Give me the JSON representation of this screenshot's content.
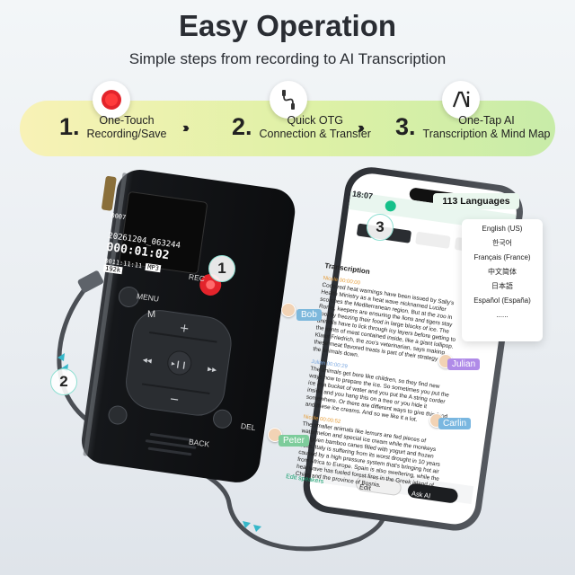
{
  "header": {
    "title": "Easy Operation",
    "subtitle": "Simple steps from recording to AI Transcription"
  },
  "steps": [
    {
      "num": "1.",
      "line1": "One-Touch",
      "line2": "Recording/Save",
      "icon": "record-icon"
    },
    {
      "num": "2.",
      "line1": "Quick OTG",
      "line2": "Connection & Transfer",
      "icon": "cable-icon"
    },
    {
      "num": "3.",
      "line1": "One-Tap AI",
      "line2": "Transcription & Mind Map",
      "icon": "ai-icon"
    }
  ],
  "arrows": "›››",
  "badges": {
    "one": "1",
    "two": "2",
    "three": "3"
  },
  "recorder": {
    "file_index": "0007",
    "filename": "20261204_063244",
    "timer": "000:01:02",
    "elapsed": "0011:11:11",
    "format": "MP3",
    "bitrate": "192k",
    "rec_label": "REC",
    "menu_label": "MENU",
    "menu_key": "M",
    "back_label": "BACK",
    "del_label": "DEL"
  },
  "phone": {
    "time": "18:07",
    "languages_title": "113 Languages",
    "languages": [
      "English (US)",
      "한국어",
      "Français (France)",
      "中文简体",
      "日本語",
      "Español (España)",
      "......"
    ],
    "tab_transcription": "Transcription",
    "section_title": "Transcription",
    "speakers": [
      {
        "name": "Nicole",
        "time": "00:00:00",
        "text": "Code red heat warnings have been issued by Sally's Health Ministry as a heat wave nicknamed Lucifer scorches the Mediterranean region. But at the zoo in Rome, keepers are ensuring the lions and tigers stay cool by freezing their food in large blocks of ice. The animals have to lick through icy layers before getting to the joints of meat contained inside, like a giant lollipop. Klaus Friedrich, the zoo's veterinarian, says making these meat flavored treats is part of their strategy to cool the animals down."
      },
      {
        "name": "Julian",
        "time": "00:00:29",
        "text": "The animals get bore like children, so they find new ways how to prepare the ice. So sometimes you put the ice in a bucket of water and you put the A string corder inside and you hang this on a tree or you hide it somewhere. Or there are different ways to give this food and these ice creams. And so we like it a lot."
      },
      {
        "name": "Nicole",
        "time": "00:00:52",
        "text": "The smaller animals like lemurs are fed pieces of watermelon and special ice cream while the monkeys are given bamboo canes filled with yogurt and frozen fruits. Italy is suffering from its worst drought in 10 years caused by a high pressure system that's bringing hot air from Africa to Europe. Spain is also sweltering, while the heat wave has fueled forest fires in the Greek island of Chios and the province of Bosnia."
      }
    ],
    "edit_speakers": "Edit speakers",
    "edit_btn": "Edit",
    "ask_ai_btn": "Ask AI"
  },
  "name_tags": {
    "bob": "Bob",
    "julian": "Julian",
    "carlin": "Carlin",
    "peter": "Peter"
  },
  "colors": {
    "accent": "#16c08a",
    "rec_red": "#e3242b",
    "julian_tag": "#b08be8",
    "peter_tag": "#7dcc9b",
    "carlin_tag": "#7ab7e0",
    "bob_tag": "#7db8dc"
  }
}
